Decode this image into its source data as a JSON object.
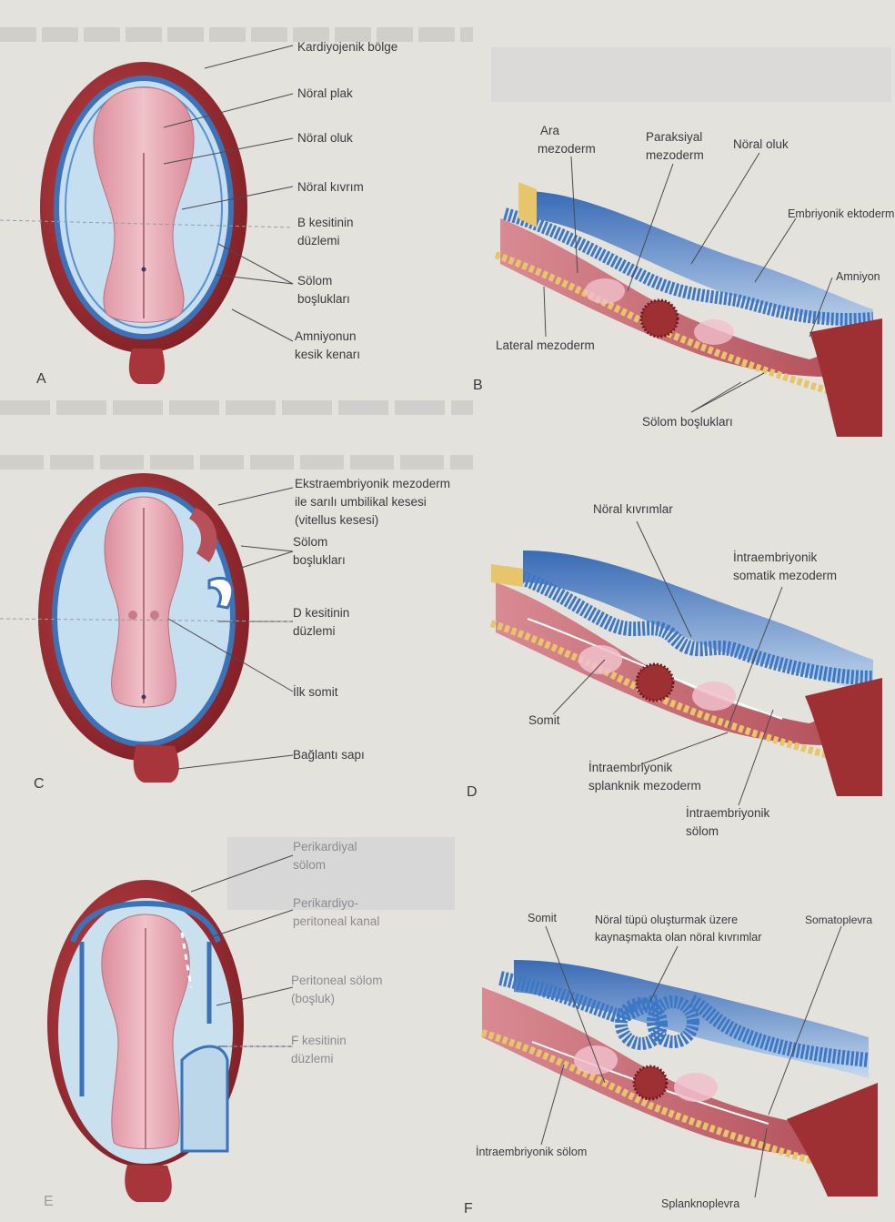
{
  "colors": {
    "chorion": "#9e2f33",
    "chorion_dark": "#6d1a1f",
    "amnion_blue": "#3c72b8",
    "cavity": "#c3ddef",
    "neural_plate": "#e6a6b0",
    "mesoderm": "#c9767d",
    "ectoderm": "#3d78c6",
    "yolk": "#e8c46a",
    "page": "#e4e2dd"
  },
  "panels": {
    "A": {
      "letter": "A",
      "labels": {
        "kardiyojenik": "Kardiyojenik bölge",
        "noral_plak": "Nöral plak",
        "noral_oluk": "Nöral oluk",
        "noral_kivrim": "Nöral kıvrım",
        "b_kesit_1": "B kesitinin",
        "b_kesit_2": "düzlemi",
        "solom_1": "Sölom",
        "solom_2": "boşlukları",
        "amniyon_1": "Amniyonun",
        "amniyon_2": "kesik kenarı"
      }
    },
    "B": {
      "letter": "B",
      "labels": {
        "ara_1": "Ara",
        "ara_2": "mezoderm",
        "paraksiyal_1": "Paraksiyal",
        "paraksiyal_2": "mezoderm",
        "noral_oluk": "Nöral oluk",
        "embriyonik_ektoderm": "Embriyonik ektoderm",
        "amniyon": "Amniyon",
        "lateral": "Lateral mezoderm",
        "solom": "Sölom boşlukları"
      }
    },
    "C": {
      "letter": "C",
      "labels": {
        "ekstra_1": "Ekstraembriyonik mezoderm",
        "ekstra_2": "ile sarılı umbilikal kesesi",
        "ekstra_3": "(vitellus kesesi)",
        "solom_1": "Sölom",
        "solom_2": "boşlukları",
        "d_kesit_1": "D kesitinin",
        "d_kesit_2": "düzlemi",
        "ilk_somit": "İlk somit",
        "baglanti": "Bağlantı sapı"
      }
    },
    "D": {
      "letter": "D",
      "labels": {
        "noral_kivrimlar": "Nöral kıvrımlar",
        "somatik_1": "İntraembriyonik",
        "somatik_2": "somatik mezoderm",
        "somit": "Somit",
        "splanknik_1": "İntraembriyonik",
        "splanknik_2": "splanknik mezoderm",
        "solom_1": "İntraembriyonik",
        "solom_2": "sölom"
      }
    },
    "E": {
      "letter": "E",
      "labels": {
        "perikardiyal_1": "Perikardiyal",
        "perikardiyal_2": "sölom",
        "perikardiyo_1": "Perikardiyo-",
        "perikardiyo_2": "peritoneal kanal",
        "peritoneal_1": "Peritoneal sölom",
        "peritoneal_2": "(boşluk)",
        "f_kesit_1": "F kesitinin",
        "f_kesit_2": "düzlemi"
      }
    },
    "F": {
      "letter": "F",
      "labels": {
        "somit": "Somit",
        "noral_tup_1": "Nöral tüpü oluşturmak üzere",
        "noral_tup_2": "kaynaşmakta olan nöral kıvrımlar",
        "somatoplevra": "Somatoplevra",
        "intra_solom": "İntraembriyonik sölom",
        "splanknoplevra": "Splanknoplevra"
      }
    }
  }
}
